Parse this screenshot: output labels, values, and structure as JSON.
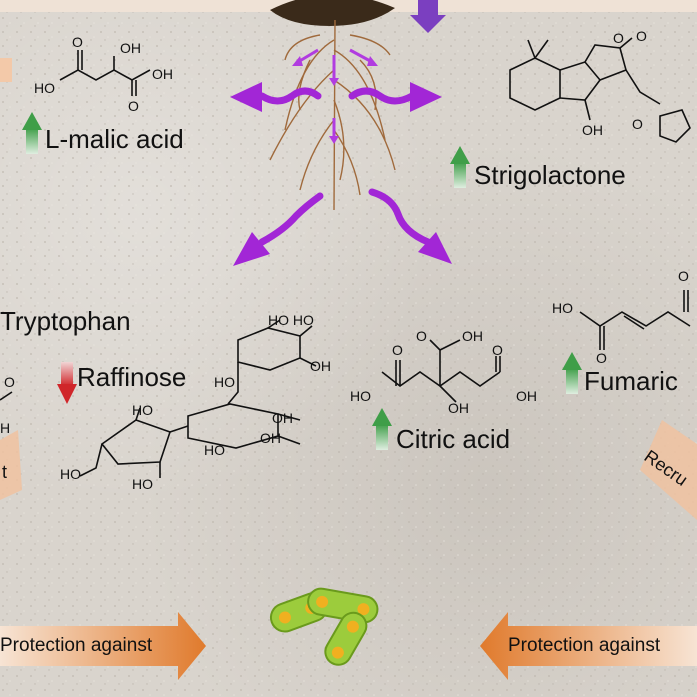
{
  "compounds": {
    "malic": {
      "name": "L-malic acid",
      "trend": "up"
    },
    "strigolactone": {
      "name": "Strigolactone",
      "trend": "up"
    },
    "tryptophan": {
      "name": "Tryptophan"
    },
    "raffinose": {
      "name": "Raffinose",
      "trend": "down"
    },
    "citric": {
      "name": "Citric acid",
      "trend": "up"
    },
    "fumaric": {
      "name": "Fumaric",
      "trend": "up"
    }
  },
  "atom_labels": {
    "oh": "OH",
    "ho": "HO",
    "o": "O",
    "h": "H",
    "hoho": "HO HO"
  },
  "banners": {
    "left": "Protection against",
    "right": "Protection against",
    "right_cut": "Recru",
    "left_cut": "t"
  },
  "colors": {
    "up_arrow": "#4caf50",
    "down_arrow": "#d32f2f",
    "exudate_arrow": "#a020c8",
    "banner": "#e88a3c",
    "background": "#d9d4cd"
  },
  "icons": [
    "root-icon",
    "bacteria-icon",
    "exudate-arrow-icon"
  ]
}
